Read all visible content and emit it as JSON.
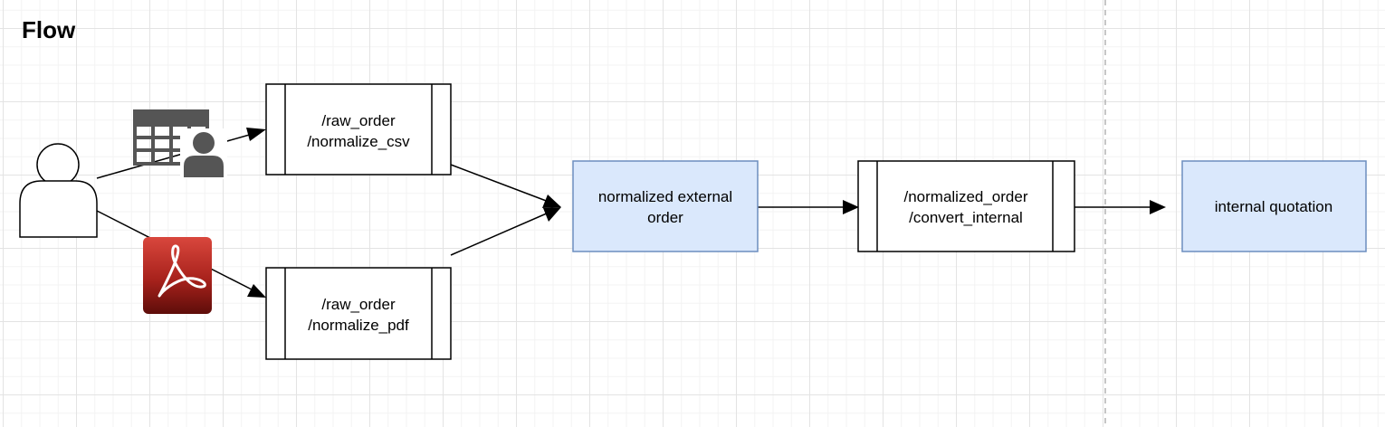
{
  "page": {
    "title": "Flow"
  },
  "nodes": {
    "csv_process": {
      "line1": "/raw_order",
      "line2": "/normalize_csv"
    },
    "pdf_process": {
      "line1": "/raw_order",
      "line2": "/normalize_pdf"
    },
    "normalized_external": {
      "line1": "normalized external",
      "line2": "order"
    },
    "convert_process": {
      "line1": "/normalized_order",
      "line2": "/convert_internal"
    },
    "internal_quotation": {
      "label": "internal quotation"
    }
  },
  "icons": {
    "user": "user-icon",
    "csv": "spreadsheet-user-icon",
    "pdf": "adobe-pdf-icon"
  },
  "colors": {
    "data_fill": "#dae8fc",
    "data_stroke": "#6c8ebf",
    "process_stroke": "#000000",
    "pdf_red": "#c0322d"
  }
}
